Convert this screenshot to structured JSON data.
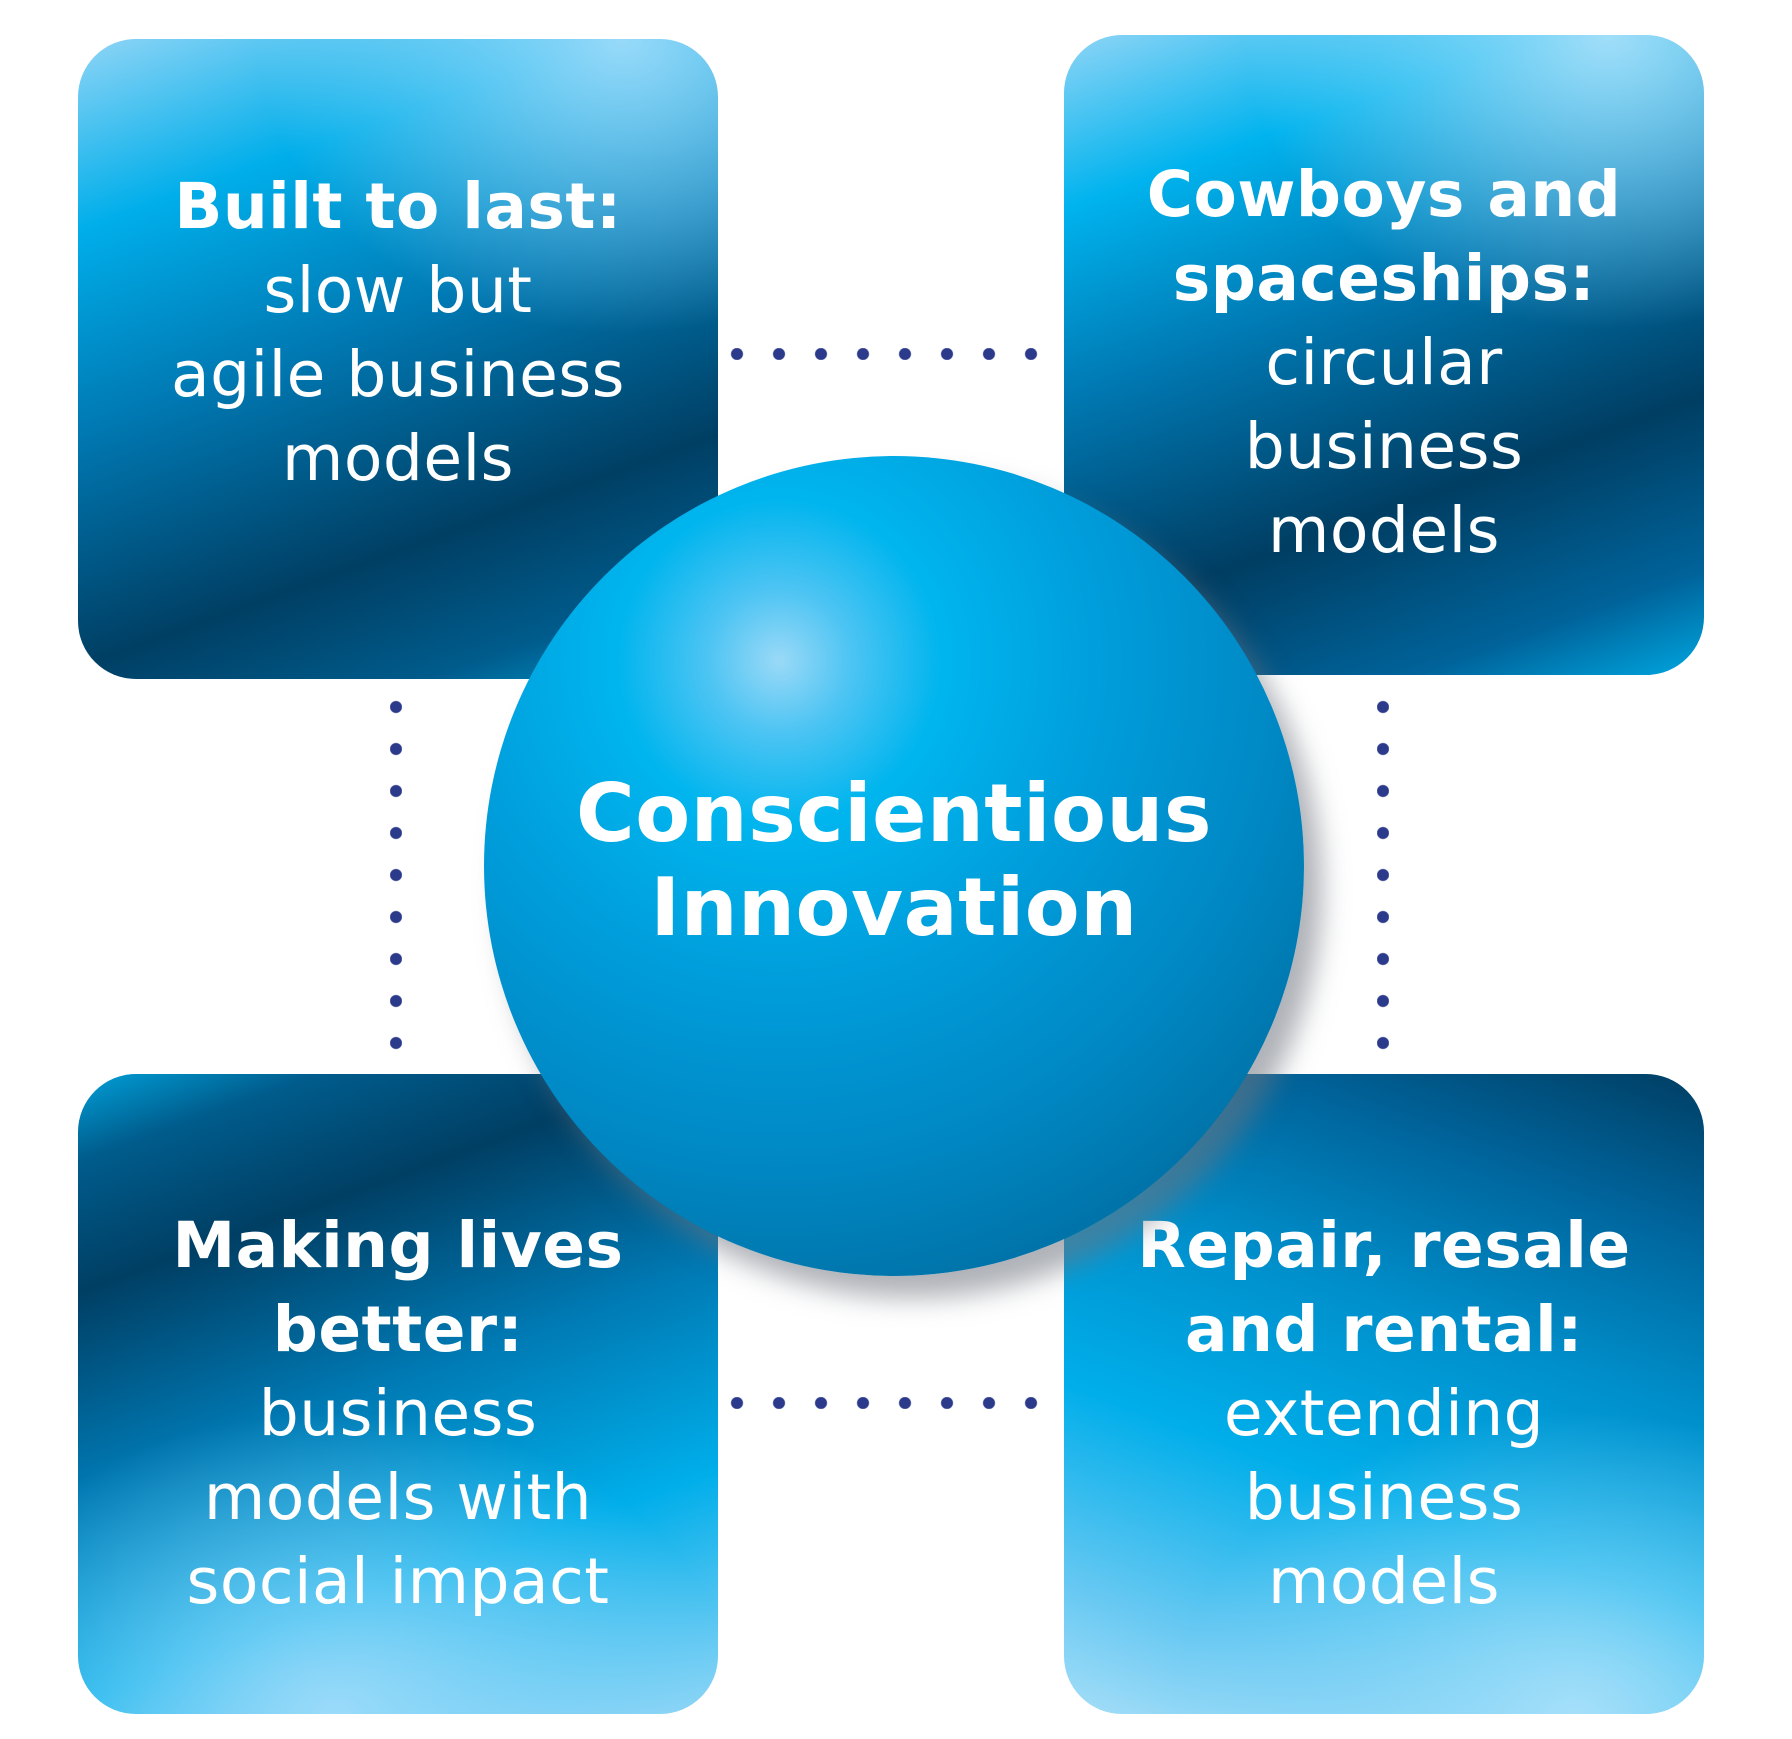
{
  "center": {
    "line1": "Conscientious",
    "line2": "Innovation"
  },
  "quadrants": {
    "top_left": {
      "bold": [
        "Built to last:"
      ],
      "light": [
        "slow but",
        "agile business",
        "models"
      ]
    },
    "top_right": {
      "bold": [
        "Cowboys and",
        "spaceships:"
      ],
      "light": [
        "circular",
        "business",
        "models"
      ]
    },
    "bottom_left": {
      "bold": [
        "Making lives",
        "better:"
      ],
      "light": [
        "business",
        "models with",
        "social impact"
      ]
    },
    "bottom_right": {
      "bold": [
        "Repair, resale",
        "and rental:"
      ],
      "light": [
        "extending",
        "business",
        "models"
      ]
    }
  },
  "colors": {
    "connector": "#2b3a8a",
    "accent_blue": "#00aeea",
    "deep_blue": "#003f64",
    "text": "#ffffff"
  }
}
